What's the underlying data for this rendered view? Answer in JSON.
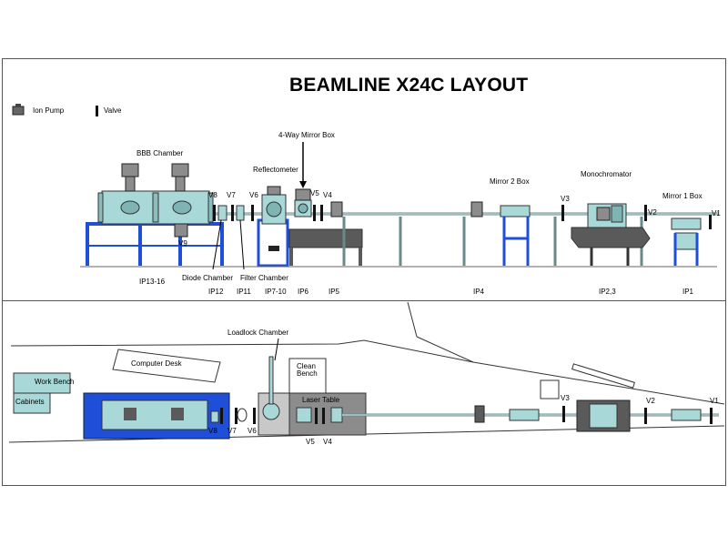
{
  "title": "BEAMLINE X24C LAYOUT",
  "legend": {
    "ion_pump": "Ion Pump",
    "valve": "Valve"
  },
  "elevation_labels": {
    "bbb_chamber": "BBB Chamber",
    "mirror_box_4way": "4-Way Mirror Box",
    "reflectometer": "Reflectometer",
    "mirror2_box": "Mirror 2 Box",
    "monochromator": "Monochromator",
    "mirror1_box": "Mirror 1 Box",
    "diode_chamber": "Diode Chamber",
    "filter_chamber": "Filter Chamber",
    "v8": "V8",
    "v7": "V7",
    "v6": "V6",
    "v5": "V5",
    "v4": "V4",
    "v3": "V3",
    "v2": "V2",
    "v1": "V1",
    "v9": "V9"
  },
  "ion_pump_labels": {
    "ip13_16": "IP13-16",
    "ip12": "IP12",
    "ip11": "IP11",
    "ip7_10": "IP7-10",
    "ip6": "IP6",
    "ip5": "IP5",
    "ip4": "IP4",
    "ip2_3": "IP2,3",
    "ip1": "IP1"
  },
  "plan_labels": {
    "loadlock_chamber": "Loadlock Chamber",
    "computer_desk": "Computer Desk",
    "clean_bench": "Clean Bench",
    "laser_table": "Laser Table",
    "work_bench": "Work Bench",
    "cabinets": "Cabinets",
    "v8": "V8",
    "v7": "V7",
    "v6": "V6",
    "v5": "V5",
    "v4": "V4",
    "v3": "V3",
    "v2": "V2",
    "v1": "V1"
  },
  "colors": {
    "frame_blue": "#1f4fd8",
    "chamber_teal": "#a8d8d8",
    "equipment_gray": "#8c8c8c",
    "dark_gray": "#5a5a5a",
    "pipe": "#c8e0e0"
  }
}
